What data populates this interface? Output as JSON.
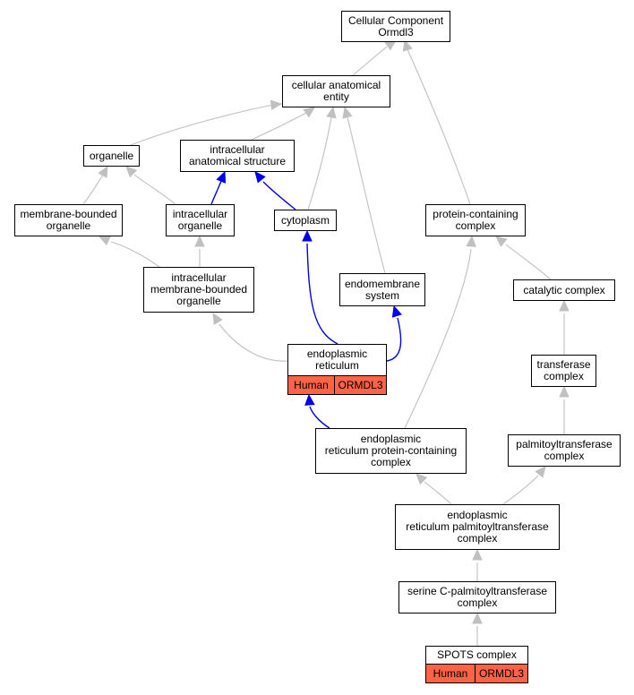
{
  "graph": {
    "edge_colors": {
      "is_a": "#c0c0c0",
      "part_of": "#0000ee"
    },
    "annotation_color": "#ff6347",
    "nodes": [
      {
        "id": "cc_root",
        "label": "Cellular Component\nOrmdl3"
      },
      {
        "id": "cae",
        "label": "cellular anatomical\nentity"
      },
      {
        "id": "organelle",
        "label": "organelle"
      },
      {
        "id": "ias",
        "label": "intracellular\nanatomical structure"
      },
      {
        "id": "mbo",
        "label": "membrane-bounded\norganelle"
      },
      {
        "id": "io",
        "label": "intracellular\norganelle"
      },
      {
        "id": "cytoplasm",
        "label": "cytoplasm"
      },
      {
        "id": "pcc",
        "label": "protein-containing\ncomplex"
      },
      {
        "id": "imbo",
        "label": "intracellular\nmembrane-bounded\norganelle"
      },
      {
        "id": "endomembrane",
        "label": "endomembrane\nsystem"
      },
      {
        "id": "catalytic",
        "label": "catalytic complex"
      },
      {
        "id": "er",
        "label": "endoplasmic\nreticulum",
        "annotation": {
          "species": "Human",
          "gene": "ORMDL3"
        }
      },
      {
        "id": "transferase",
        "label": "transferase\ncomplex"
      },
      {
        "id": "erpcc",
        "label": "endoplasmic\nreticulum protein-containing\ncomplex"
      },
      {
        "id": "palmitoyl",
        "label": "palmitoyltransferase\ncomplex"
      },
      {
        "id": "erpalm",
        "label": "endoplasmic\nreticulum palmitoyltransferase\ncomplex"
      },
      {
        "id": "spt",
        "label": "serine C-palmitoyltransferase\ncomplex"
      },
      {
        "id": "spots",
        "label": "SPOTS complex",
        "annotation": {
          "species": "Human",
          "gene": "ORMDL3"
        }
      }
    ],
    "edges": [
      {
        "from": "cae",
        "to": "cc_root",
        "type": "is_a"
      },
      {
        "from": "pcc",
        "to": "cc_root",
        "type": "is_a"
      },
      {
        "from": "organelle",
        "to": "cae",
        "type": "is_a"
      },
      {
        "from": "ias",
        "to": "cae",
        "type": "is_a"
      },
      {
        "from": "cytoplasm",
        "to": "cae",
        "type": "is_a"
      },
      {
        "from": "endomembrane",
        "to": "cae",
        "type": "is_a"
      },
      {
        "from": "mbo",
        "to": "organelle",
        "type": "is_a"
      },
      {
        "from": "io",
        "to": "organelle",
        "type": "is_a"
      },
      {
        "from": "io",
        "to": "ias",
        "type": "part_of"
      },
      {
        "from": "cytoplasm",
        "to": "ias",
        "type": "part_of"
      },
      {
        "from": "imbo",
        "to": "mbo",
        "type": "is_a"
      },
      {
        "from": "imbo",
        "to": "io",
        "type": "is_a"
      },
      {
        "from": "er",
        "to": "imbo",
        "type": "is_a"
      },
      {
        "from": "er",
        "to": "cytoplasm",
        "type": "part_of"
      },
      {
        "from": "er",
        "to": "endomembrane",
        "type": "part_of"
      },
      {
        "from": "catalytic",
        "to": "pcc",
        "type": "is_a"
      },
      {
        "from": "transferase",
        "to": "catalytic",
        "type": "is_a"
      },
      {
        "from": "palmitoyl",
        "to": "transferase",
        "type": "is_a"
      },
      {
        "from": "erpcc",
        "to": "er",
        "type": "part_of"
      },
      {
        "from": "erpcc",
        "to": "pcc",
        "type": "is_a"
      },
      {
        "from": "erpalm",
        "to": "erpcc",
        "type": "is_a"
      },
      {
        "from": "erpalm",
        "to": "palmitoyl",
        "type": "is_a"
      },
      {
        "from": "spt",
        "to": "erpalm",
        "type": "is_a"
      },
      {
        "from": "spots",
        "to": "spt",
        "type": "is_a"
      }
    ]
  }
}
